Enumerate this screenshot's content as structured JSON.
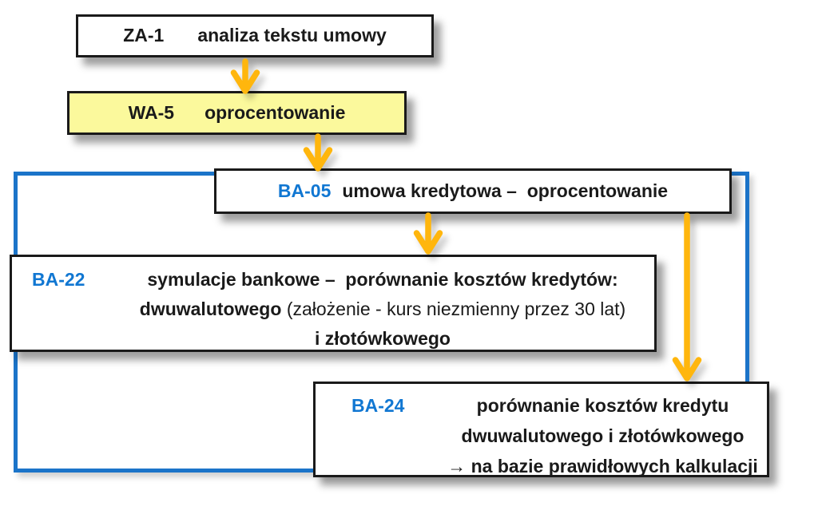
{
  "diagram": {
    "colors": {
      "background": "#ffffff",
      "text": "#1a1a1a",
      "box_border": "#1a1a1a",
      "arrow": "#FFB60D",
      "frame_blue": "#1B74C9",
      "code_blue": "#1177D2",
      "yellow_fill": "#FBF99C"
    },
    "icons": {
      "connector": "down-arrow-icon",
      "inline_arrow_glyph": "→"
    },
    "boxes": [
      {
        "code": "ZA-1",
        "label": "analiza tekstu umowy"
      },
      {
        "code": "WA-5",
        "label": "oprocentowanie"
      },
      {
        "code": "BA-05",
        "label": "umowa kredytowa –  oprocentowanie"
      },
      {
        "code": "BA-22",
        "line1": "symulacje bankowe –  porównanie kosztów kredytów:",
        "line2_bold": "dwuwalutowego",
        "line2_regular": "(założenie - kurs niezmienny przez 30 lat)",
        "line3": "i złotówkowego"
      },
      {
        "code": "BA-24",
        "line1": "porównanie kosztów kredytu",
        "line2": "dwuwalutowego i złotówkowego",
        "line3": "→ na bazie prawidłowych kalkulacji"
      }
    ]
  }
}
